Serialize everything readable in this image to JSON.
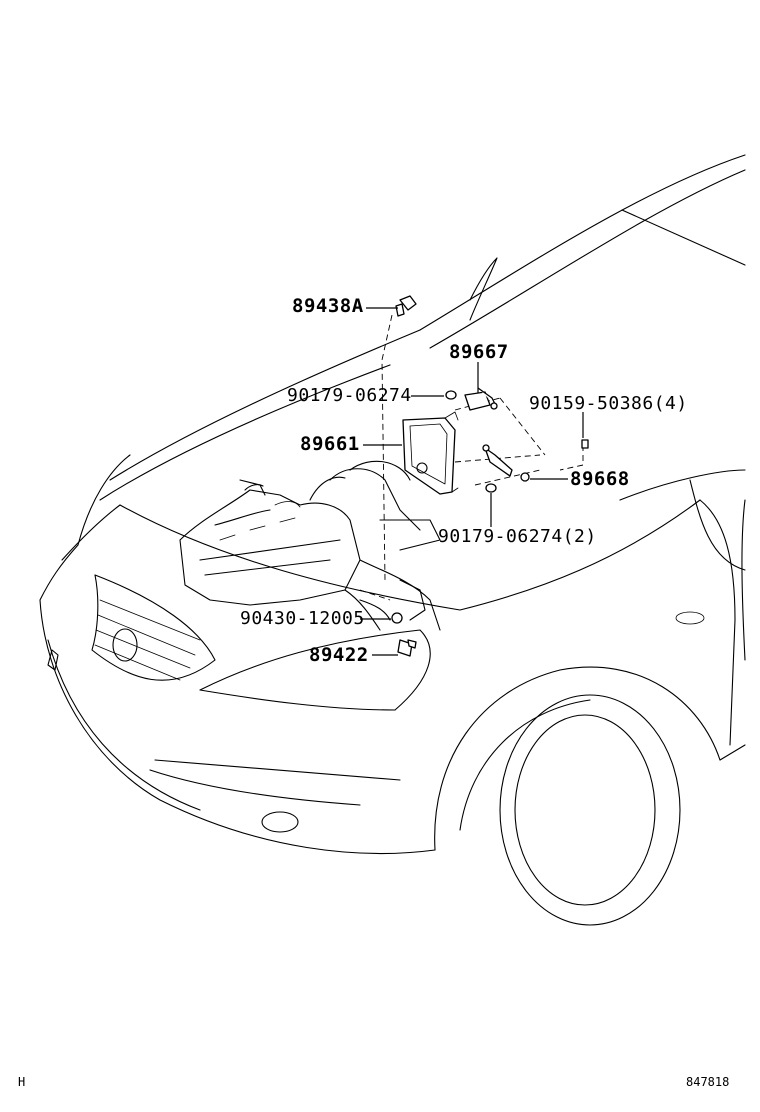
{
  "diagram": {
    "labels": {
      "p89438a": "89438A",
      "p89667": "89667",
      "p90179_top": "90179-06274",
      "p90159": "90159-50386(4)",
      "p89661": "89661",
      "p89668": "89668",
      "p90179_bottom": "90179-06274(2)",
      "p90430": "90430-12005",
      "p89422": "89422"
    },
    "footer": {
      "left_mark": "H",
      "figure_number": "847818"
    }
  }
}
